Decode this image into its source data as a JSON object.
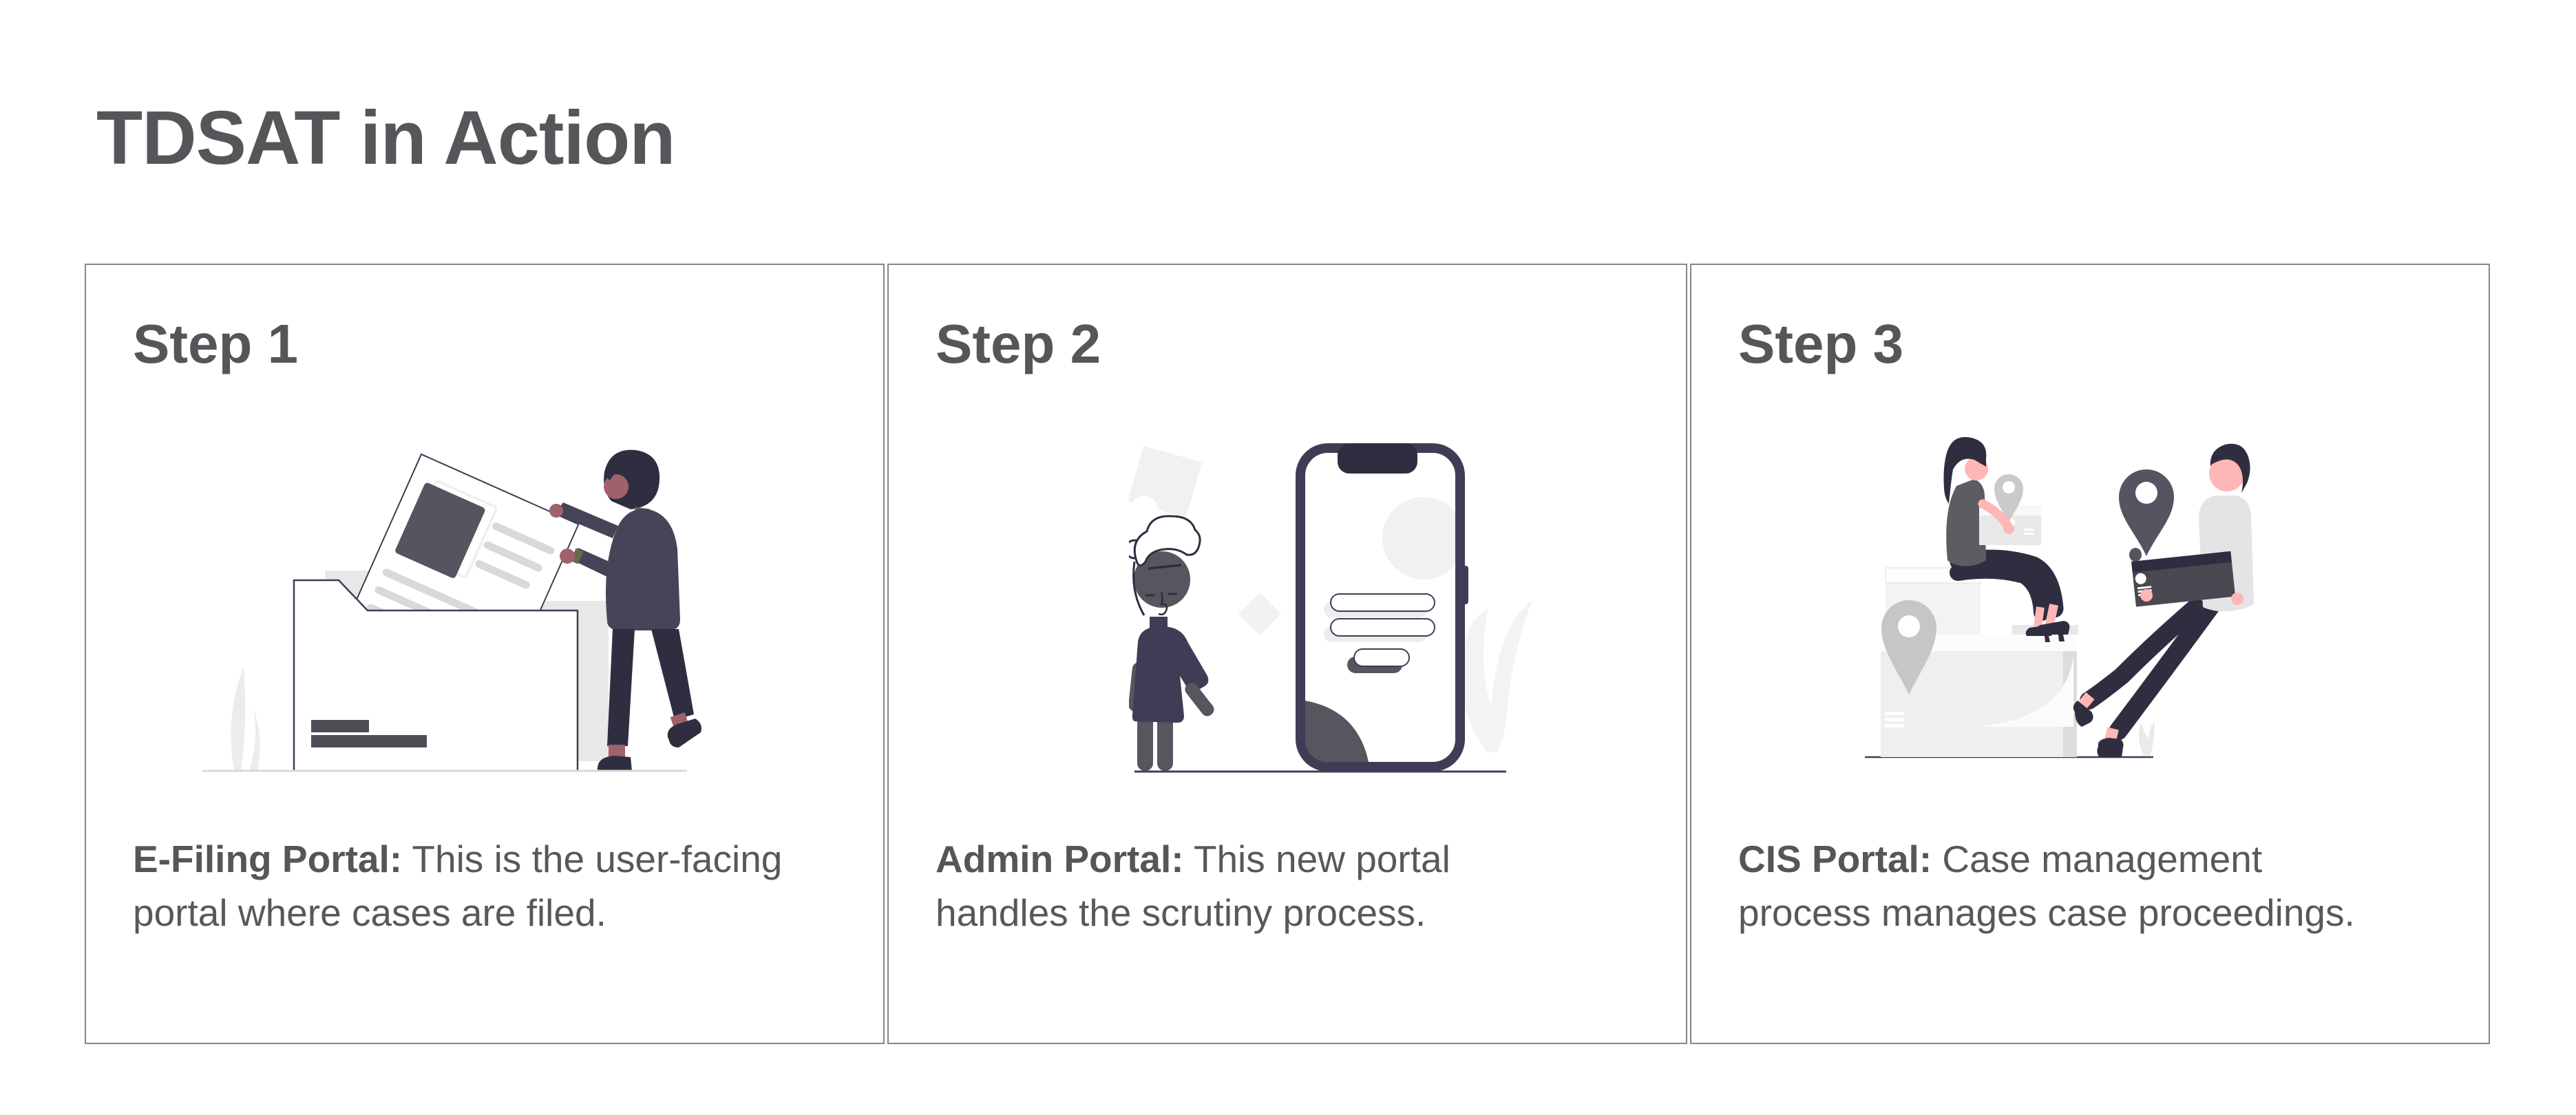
{
  "page": {
    "title": "TDSAT in Action"
  },
  "steps": [
    {
      "label": "Step 1",
      "lead": "E-Filing Portal:",
      "line1": " This is the user-facing",
      "line2": "portal where cases are filed.",
      "illustration": "person inserting a document into a large folder"
    },
    {
      "label": "Step 2",
      "lead": "Admin Portal:",
      "line1": " This new portal",
      "line2": "handles the scrutiny process.",
      "illustration": "person standing beside a large smartphone with a login form"
    },
    {
      "label": "Step 3",
      "lead": "CIS Portal:",
      "line1": " Case management",
      "line2": "process manages case proceedings.",
      "illustration": "two people with parcels and location pins"
    }
  ],
  "colors": {
    "text": "#56565a",
    "border": "#868686",
    "navy": "#2f2e41",
    "slate": "#3f3d56",
    "figgray": "#57565e",
    "pink": "#ffb6b6",
    "dusty": "#9f616a",
    "lightgray": "#e6e6e6"
  }
}
